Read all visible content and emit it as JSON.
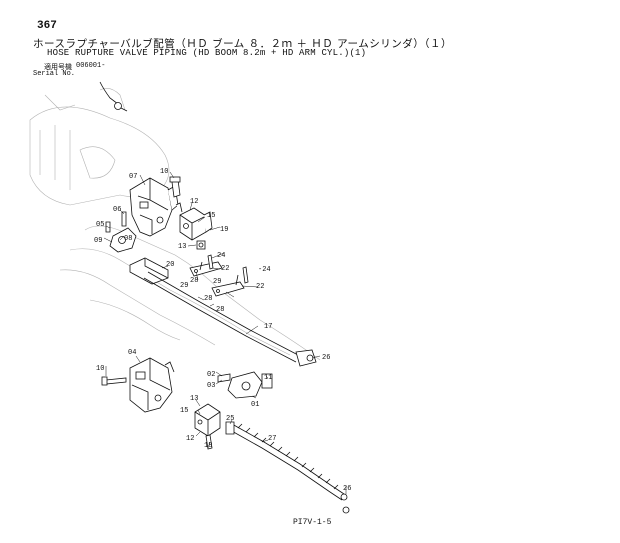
{
  "header": {
    "page_number": "367",
    "title_jp": "ホースラプチャーバルブ配管（ＨＤ ブーム ８．２ｍ ＋ ＨＤ アームシリンダ）（１）",
    "title_en": "HOSE RUPTURE VALVE PIPING (HD BOOM 8.2m + HD ARM CYL.)(1)",
    "serial_label_jp": "適用号機",
    "serial_value": "006001-",
    "serial_label_en": "Serial No."
  },
  "callouts": [
    "07",
    "10",
    "06",
    "12",
    "15",
    "19",
    "05",
    "08",
    "09",
    "13",
    "24",
    "20",
    "22",
    "28",
    "29",
    "17",
    "26",
    "04",
    "02",
    "03",
    "10",
    "11",
    "01",
    "13",
    "15",
    "25",
    "27",
    "12",
    "18",
    "26"
  ],
  "footer": {
    "page_code": "PI7V-1-5"
  }
}
